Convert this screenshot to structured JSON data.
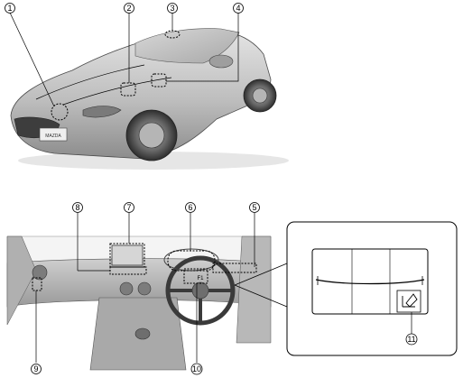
{
  "callouts": {
    "c1": "1",
    "c2": "2",
    "c3": "3",
    "c4": "4",
    "c5": "5",
    "c6": "6",
    "c7": "7",
    "c8": "8",
    "c9": "9",
    "c10": "10",
    "c11": "11"
  },
  "emblem_text": "MAZDA",
  "colors": {
    "car_body": "#c8c8c8",
    "car_dark": "#5a5a5a",
    "interior": "#bdbdbd",
    "interior_dark": "#8a8a8a",
    "line": "#000000"
  }
}
